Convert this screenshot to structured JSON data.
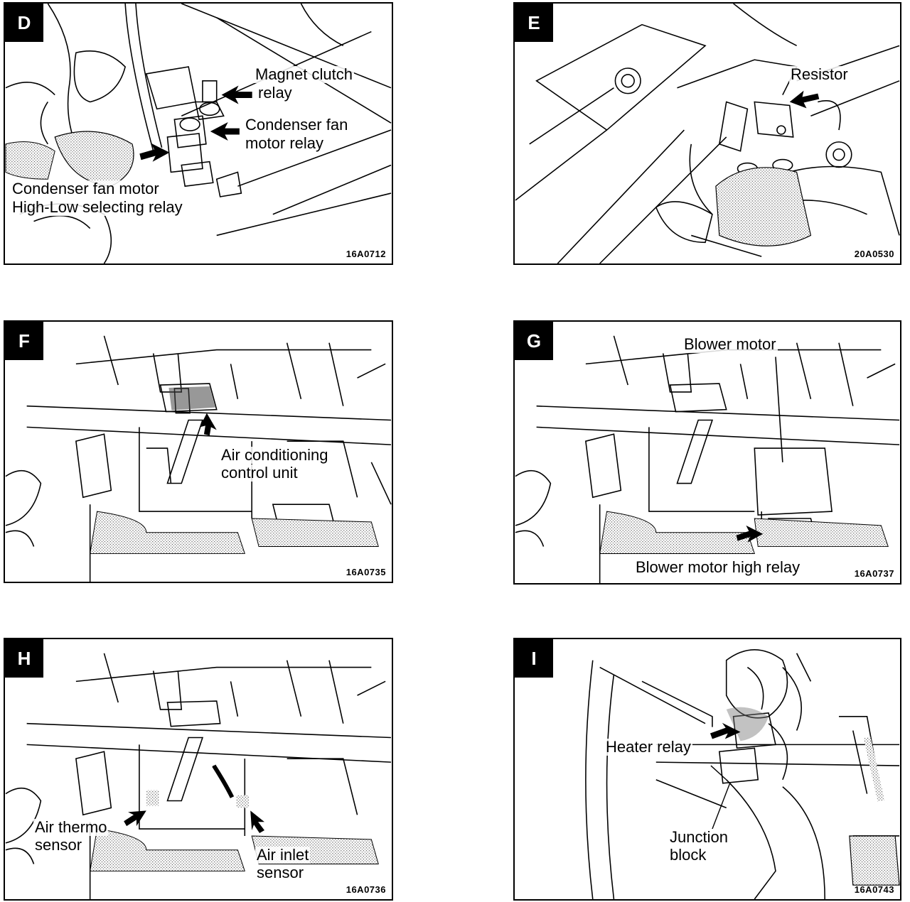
{
  "panels": {
    "D": {
      "letter": "D",
      "code": "16A0712",
      "labels": {
        "magnet_clutch_relay_1": "Magnet clutch",
        "magnet_clutch_relay_2": "relay",
        "condenser_fan_motor_relay_1": "Condenser fan",
        "condenser_fan_motor_relay_2": "motor relay",
        "high_low_relay_1": "Condenser fan motor",
        "high_low_relay_2": "High-Low selecting relay"
      }
    },
    "E": {
      "letter": "E",
      "code": "20A0530",
      "labels": {
        "resistor": "Resistor"
      }
    },
    "F": {
      "letter": "F",
      "code": "16A0735",
      "labels": {
        "ac_control_unit_1": "Air conditioning",
        "ac_control_unit_2": "control unit"
      }
    },
    "G": {
      "letter": "G",
      "code": "16A0737",
      "labels": {
        "blower_motor": "Blower motor",
        "blower_motor_high_relay": "Blower motor high relay"
      }
    },
    "H": {
      "letter": "H",
      "code": "16A0736",
      "labels": {
        "air_thermo_sensor_1": "Air thermo",
        "air_thermo_sensor_2": "sensor",
        "air_inlet_sensor_1": "Air inlet",
        "air_inlet_sensor_2": "sensor"
      }
    },
    "I": {
      "letter": "I",
      "code": "16A0743",
      "labels": {
        "heater_relay": "Heater relay",
        "junction_block_1": "Junction",
        "junction_block_2": "block"
      }
    }
  }
}
